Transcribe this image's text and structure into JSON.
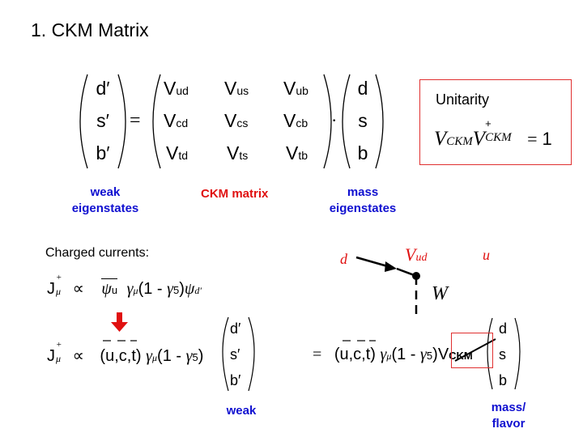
{
  "title": "1. CKM Matrix",
  "matrix_eq": {
    "lhs": [
      "d′",
      "s′",
      "b′"
    ],
    "equals": "=",
    "matrix": [
      [
        "ud",
        "us",
        "ub"
      ],
      [
        "cd",
        "cs",
        "cb"
      ],
      [
        "td",
        "ts",
        "tb"
      ]
    ],
    "letter": "V",
    "dot": "·",
    "rhs": [
      "d",
      "s",
      "b"
    ]
  },
  "labels": {
    "weak_eigen_1": "weak",
    "weak_eigen_2": "eigenstates",
    "ckm_matrix": "CKM matrix",
    "mass_eigen_1": "mass",
    "mass_eigen_2": "eigenstates"
  },
  "unitarity": {
    "heading": "Unitarity",
    "v": "V",
    "sub": "CKM",
    "sup": "+",
    "equals": "=",
    "one": "1"
  },
  "charged": {
    "heading": "Charged currents:",
    "J": "J",
    "mu": "μ",
    "plus": "+",
    "prop": "∝",
    "psi": "ψ",
    "u": "u",
    "gamma": "γ",
    "open": "(1 - ",
    "five": "5",
    "close": ")",
    "dprime": "d′",
    "ucts": "(u,c,t)",
    "col": [
      "d′",
      "s′",
      "b′"
    ],
    "equals": "=",
    "vckm_v": "V",
    "vckm_sub": "CKM",
    "col2": [
      "d",
      "s",
      "b"
    ],
    "weak": "weak",
    "mass_flavor_1": "mass/",
    "mass_flavor_2": "flavor"
  },
  "feynman": {
    "d": "d",
    "v": "V",
    "vsub": "ud",
    "u": "u",
    "w": "W"
  }
}
